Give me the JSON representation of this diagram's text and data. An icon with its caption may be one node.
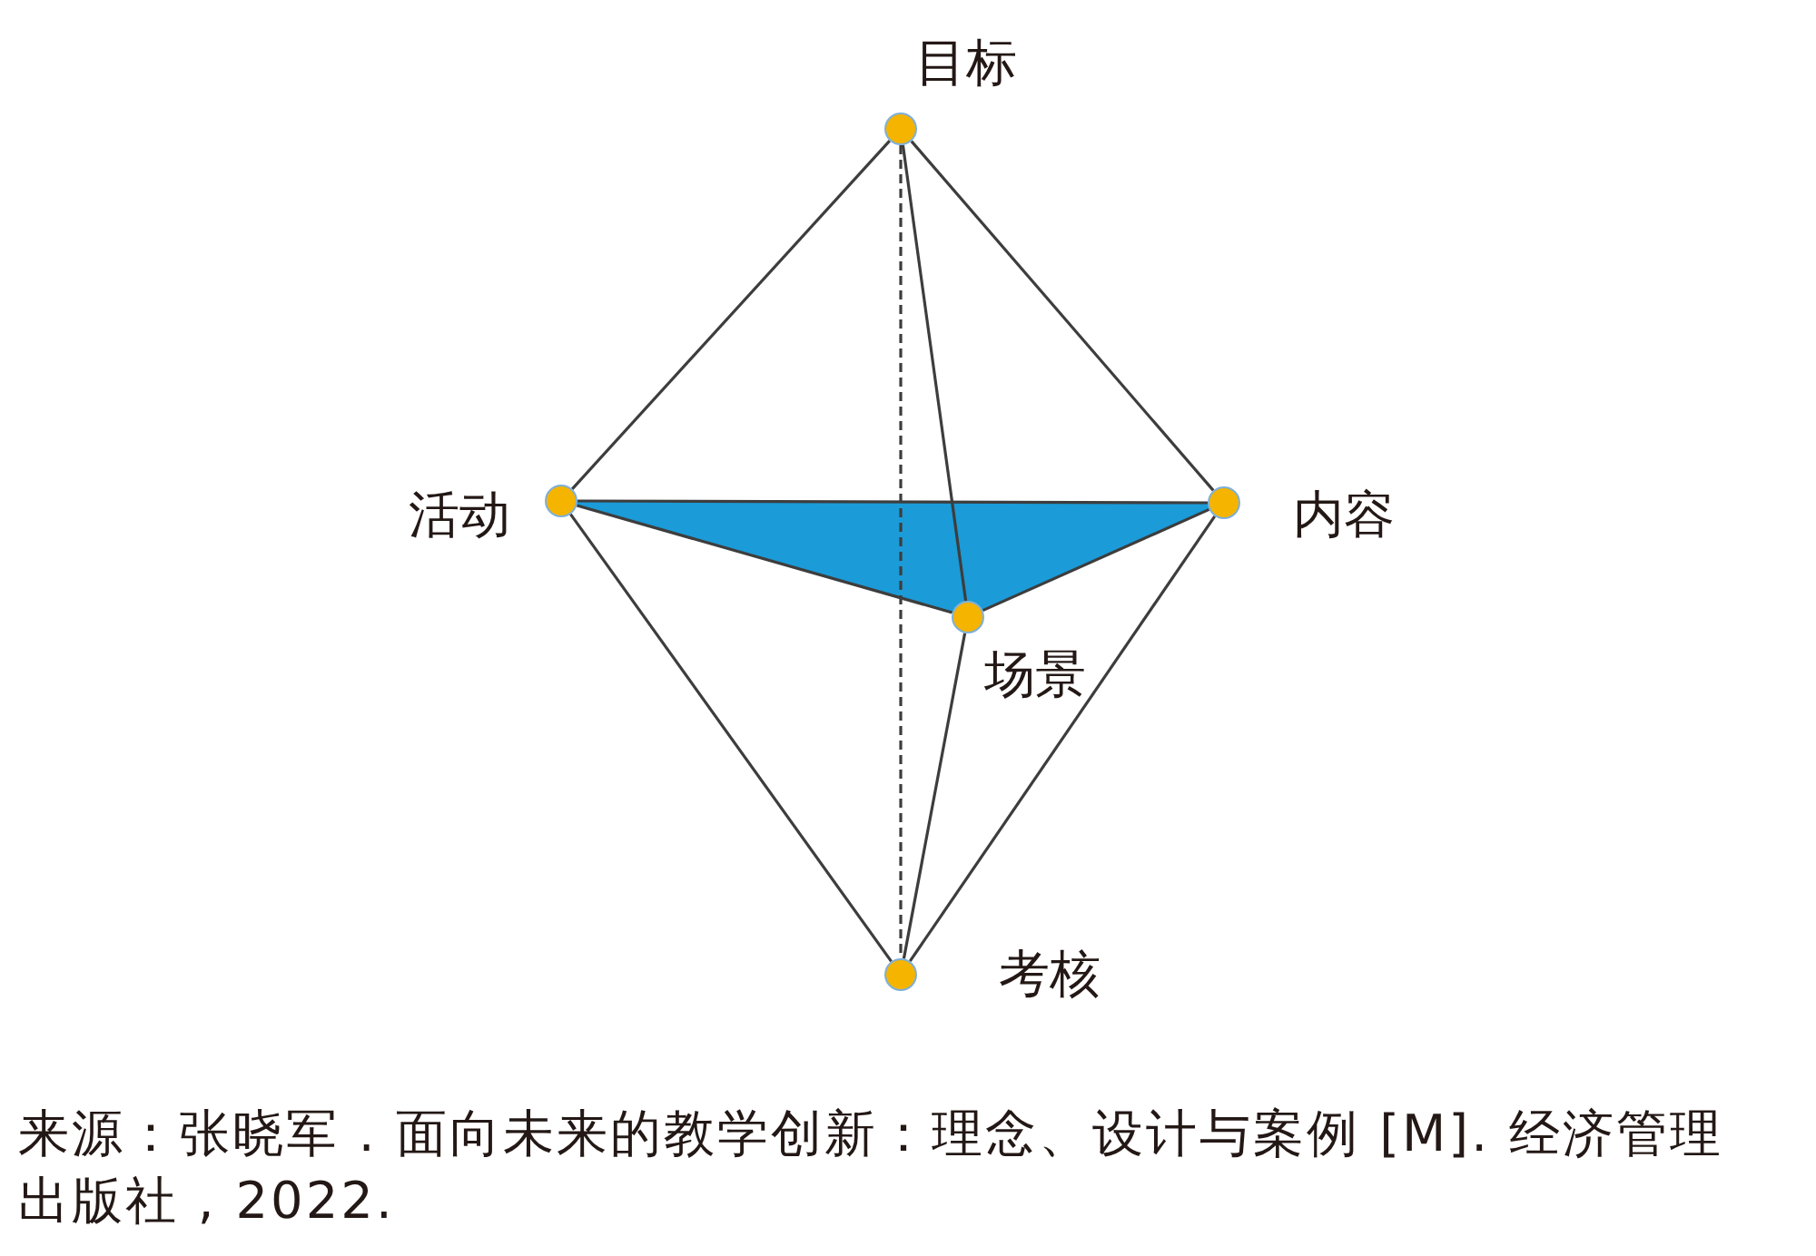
{
  "diagram": {
    "caption": "来源：张晓军 . 面向未来的教学创新：理念、设计与案例 [M]. 经济管理出版社 , 2022.",
    "nodes": [
      {
        "text": [
          "目标"
        ]
      },
      {
        "text": [
          "活动"
        ]
      },
      {
        "text": [
          "内容"
        ]
      },
      {
        "text": [
          "场景"
        ]
      },
      {
        "text": [
          "考核"
        ]
      }
    ],
    "edges": [
      {
        "from": 0,
        "to": 1,
        "arrow": "none"
      },
      {
        "from": 0,
        "to": 2,
        "arrow": "none"
      },
      {
        "from": 0,
        "to": 3,
        "arrow": "none"
      },
      {
        "from": 0,
        "to": 4,
        "arrow": "none",
        "style": "dashed"
      },
      {
        "from": 1,
        "to": 2,
        "arrow": "none"
      },
      {
        "from": 1,
        "to": 3,
        "arrow": "none"
      },
      {
        "from": 2,
        "to": 3,
        "arrow": "none"
      },
      {
        "from": 1,
        "to": 4,
        "arrow": "none"
      },
      {
        "from": 2,
        "to": 4,
        "arrow": "none"
      },
      {
        "from": 3,
        "to": 4,
        "arrow": "none"
      }
    ]
  }
}
